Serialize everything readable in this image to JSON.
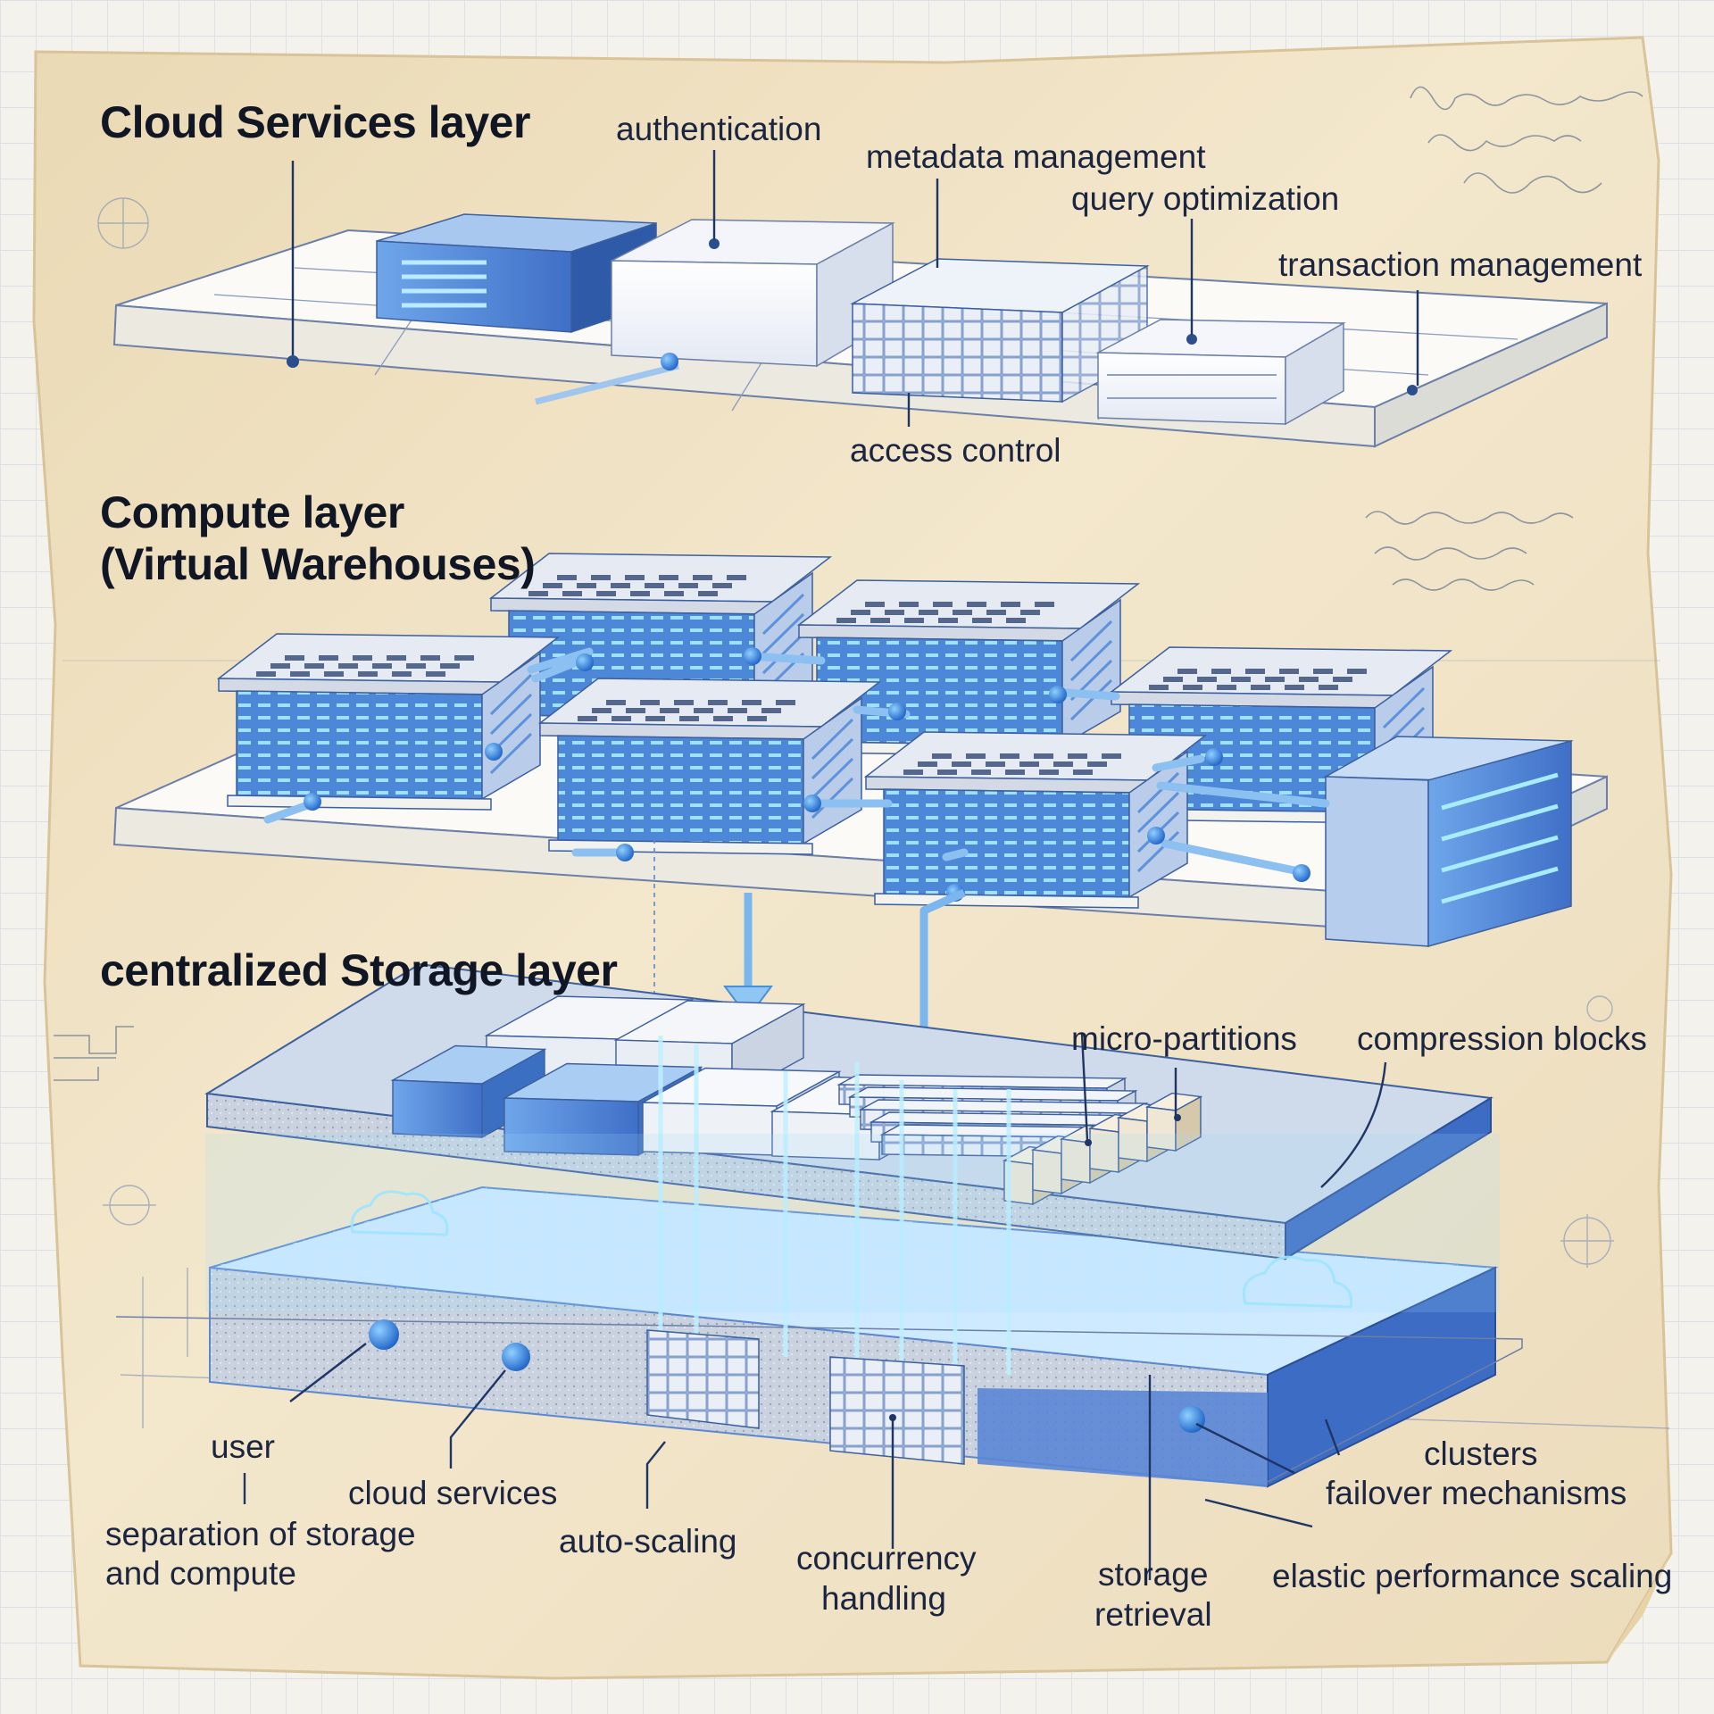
{
  "layers": {
    "cloud_services": {
      "title": "Cloud Services layer"
    },
    "compute": {
      "title_line1": "Compute layer",
      "title_line2": "(Virtual Warehouses)"
    },
    "storage": {
      "title": "centralized Storage layer"
    }
  },
  "labels": {
    "authentication": "authentication",
    "metadata_management": "metadata management",
    "query_optimization": "query optimization",
    "transaction_management": "transaction management",
    "access_control": "access control",
    "micro_partitions": "micro-partitions",
    "compression_blocks": "compression blocks",
    "user": "user",
    "cloud_services": "cloud services",
    "separation_line1": "separation of storage",
    "separation_line2": "and compute",
    "auto_scaling": "auto-scaling",
    "concurrency_line1": "concurrency",
    "concurrency_line2": "handling",
    "storage_retrieval_line1": "storage",
    "storage_retrieval_line2": "retrieval",
    "clusters": "clusters",
    "failover_mechanisms": "failover mechanisms",
    "elastic_performance_scaling": "elastic performance scaling"
  },
  "colors": {
    "paper": "#efe3c6",
    "grid": "#cfd8e4",
    "accent_blue": "#4f8fe0",
    "glow_blue": "#6fd0ff",
    "ink": "#17223a"
  }
}
